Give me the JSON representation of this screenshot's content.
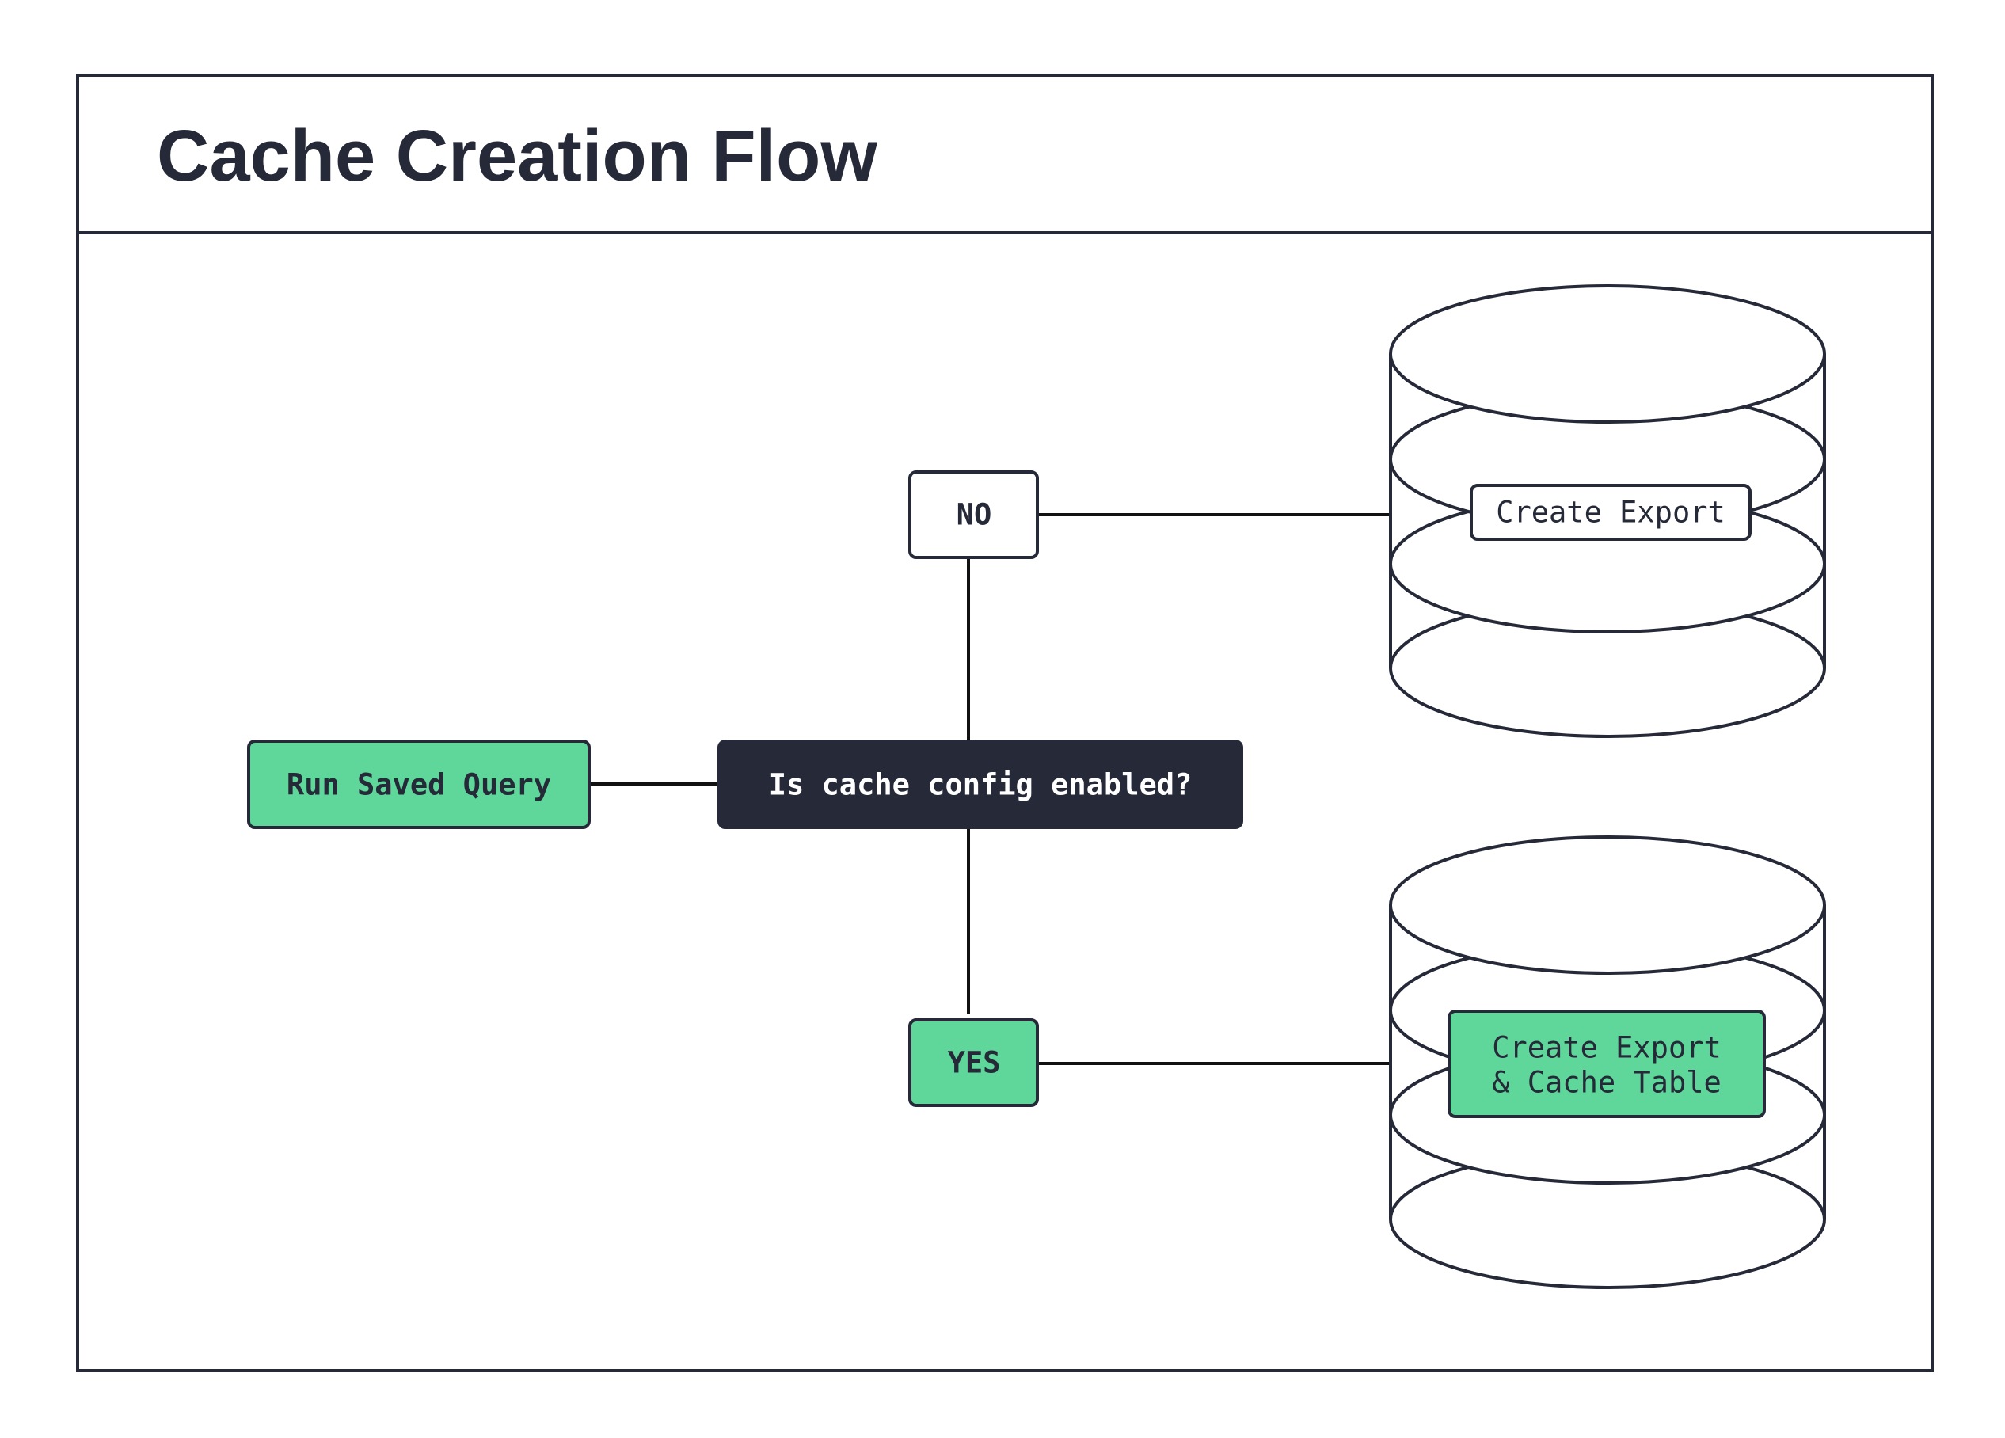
{
  "title": "Cache Creation Flow",
  "colors": {
    "ink": "#252938",
    "green": "#5fd79b",
    "white": "#ffffff",
    "decision_fill": "#252938",
    "decision_text": "#ffffff"
  },
  "nodes": {
    "run_saved_query": "Run Saved Query",
    "decision": "Is cache config enabled?",
    "no_label": "NO",
    "yes_label": "YES",
    "create_export": "Create Export",
    "create_export_cache_line1": "Create Export",
    "create_export_cache_line2": "& Cache Table"
  },
  "icons": {
    "top_store": "database-cylinder-icon",
    "bottom_store": "database-cylinder-icon"
  }
}
